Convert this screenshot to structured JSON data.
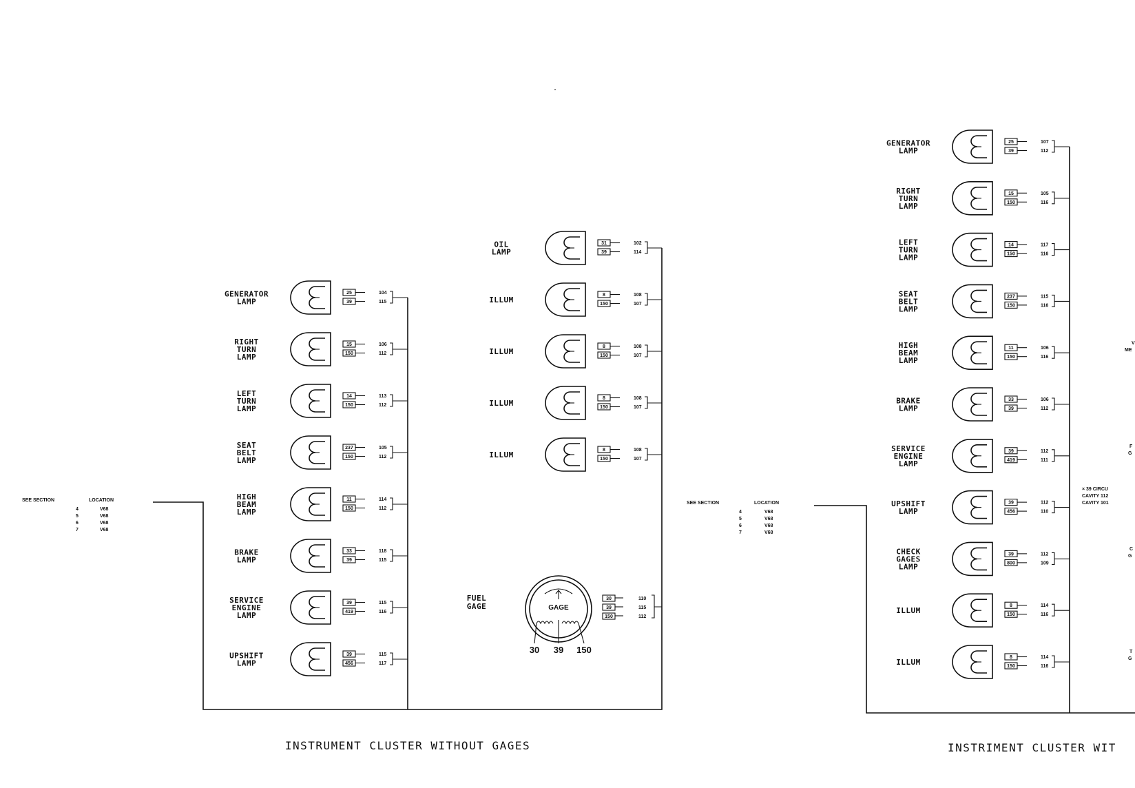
{
  "left_panel": {
    "title": "INSTRUMENT CLUSTER WITHOUT GAGES",
    "see_section": {
      "header_section": "SEE SECTION",
      "header_location": "LOCATION",
      "rows": [
        {
          "section": "4",
          "location": "V68"
        },
        {
          "section": "5",
          "location": "V68"
        },
        {
          "section": "6",
          "location": "V68"
        },
        {
          "section": "7",
          "location": "V68"
        }
      ]
    },
    "lamps_col1": [
      {
        "label": [
          "GENERATOR",
          "LAMP"
        ],
        "circuits": [
          "25",
          "39"
        ],
        "cavities": [
          "104",
          "115"
        ]
      },
      {
        "label": [
          "RIGHT",
          "TURN",
          "LAMP"
        ],
        "circuits": [
          "15",
          "150"
        ],
        "cavities": [
          "106",
          "112"
        ]
      },
      {
        "label": [
          "LEFT",
          "TURN",
          "LAMP"
        ],
        "circuits": [
          "14",
          "150"
        ],
        "cavities": [
          "113",
          "112"
        ]
      },
      {
        "label": [
          "SEAT",
          "BELT",
          "LAMP"
        ],
        "circuits": [
          "237",
          "150"
        ],
        "cavities": [
          "105",
          "112"
        ]
      },
      {
        "label": [
          "HIGH",
          "BEAM",
          "LAMP"
        ],
        "circuits": [
          "11",
          "150"
        ],
        "cavities": [
          "114",
          "112"
        ]
      },
      {
        "label": [
          "BRAKE",
          "LAMP"
        ],
        "circuits": [
          "33",
          "39"
        ],
        "cavities": [
          "118",
          "115"
        ]
      },
      {
        "label": [
          "SERVICE",
          "ENGINE",
          "LAMP"
        ],
        "circuits": [
          "39",
          "419"
        ],
        "cavities": [
          "115",
          "116"
        ]
      },
      {
        "label": [
          "UPSHIFT",
          "LAMP"
        ],
        "circuits": [
          "39",
          "456"
        ],
        "cavities": [
          "115",
          "117"
        ]
      }
    ],
    "lamps_col2": [
      {
        "label": [
          "OIL",
          "LAMP"
        ],
        "circuits": [
          "31",
          "39"
        ],
        "cavities": [
          "102",
          "114"
        ]
      },
      {
        "label": [
          "ILLUM"
        ],
        "circuits": [
          "8",
          "150"
        ],
        "cavities": [
          "108",
          "107"
        ]
      },
      {
        "label": [
          "ILLUM"
        ],
        "circuits": [
          "8",
          "150"
        ],
        "cavities": [
          "108",
          "107"
        ]
      },
      {
        "label": [
          "ILLUM"
        ],
        "circuits": [
          "8",
          "150"
        ],
        "cavities": [
          "108",
          "107"
        ]
      },
      {
        "label": [
          "ILLUM"
        ],
        "circuits": [
          "8",
          "150"
        ],
        "cavities": [
          "108",
          "107"
        ]
      }
    ],
    "fuel_gage": {
      "label": [
        "FUEL",
        "GAGE"
      ],
      "dial_text": "GAGE",
      "circuits": [
        "30",
        "39",
        "150"
      ],
      "cavities": [
        "110",
        "115",
        "112"
      ],
      "terminals": [
        "30",
        "39",
        "150"
      ]
    }
  },
  "right_panel": {
    "title": "INSTRIMENT CLUSTER WIT",
    "see_section": {
      "header_section": "SEE SECTION",
      "header_location": "LOCATION",
      "rows": [
        {
          "section": "4",
          "location": "V68"
        },
        {
          "section": "5",
          "location": "V68"
        },
        {
          "section": "6",
          "location": "V68"
        },
        {
          "section": "7",
          "location": "V68"
        }
      ]
    },
    "lamps": [
      {
        "label": [
          "GENERATOR",
          "LAMP"
        ],
        "circuits": [
          "25",
          "39"
        ],
        "cavities": [
          "107",
          "112"
        ]
      },
      {
        "label": [
          "RIGHT",
          "TURN",
          "LAMP"
        ],
        "circuits": [
          "15",
          "150"
        ],
        "cavities": [
          "105",
          "116"
        ]
      },
      {
        "label": [
          "LEFT",
          "TURN",
          "LAMP"
        ],
        "circuits": [
          "14",
          "150"
        ],
        "cavities": [
          "117",
          "116"
        ]
      },
      {
        "label": [
          "SEAT",
          "BELT",
          "LAMP"
        ],
        "circuits": [
          "237",
          "150"
        ],
        "cavities": [
          "115",
          "116"
        ]
      },
      {
        "label": [
          "HIGH",
          "BEAM",
          "LAMP"
        ],
        "circuits": [
          "11",
          "150"
        ],
        "cavities": [
          "106",
          "116"
        ]
      },
      {
        "label": [
          "BRAKE",
          "LAMP"
        ],
        "circuits": [
          "33",
          "39"
        ],
        "cavities": [
          "106",
          "112"
        ]
      },
      {
        "label": [
          "SERVICE",
          "ENGINE",
          "LAMP"
        ],
        "circuits": [
          "39",
          "419"
        ],
        "cavities": [
          "112",
          "111"
        ]
      },
      {
        "label": [
          "UPSHIFT",
          "LAMP"
        ],
        "circuits": [
          "39",
          "456"
        ],
        "cavities": [
          "112",
          "110"
        ]
      },
      {
        "label": [
          "CHECK",
          "GAGES",
          "LAMP"
        ],
        "circuits": [
          "39",
          "800"
        ],
        "cavities": [
          "112",
          "109"
        ]
      },
      {
        "label": [
          "ILLUM"
        ],
        "circuits": [
          "8",
          "150"
        ],
        "cavities": [
          "114",
          "116"
        ]
      },
      {
        "label": [
          "ILLUM"
        ],
        "circuits": [
          "8",
          "150"
        ],
        "cavities": [
          "114",
          "116"
        ]
      }
    ],
    "cut_labels": [
      "V",
      "ME",
      "F",
      "G",
      "C",
      "G",
      "T",
      "G"
    ],
    "note_lines": [
      "× 39 CIRCU",
      "CAVITY 112",
      "CAVITY 101"
    ]
  }
}
